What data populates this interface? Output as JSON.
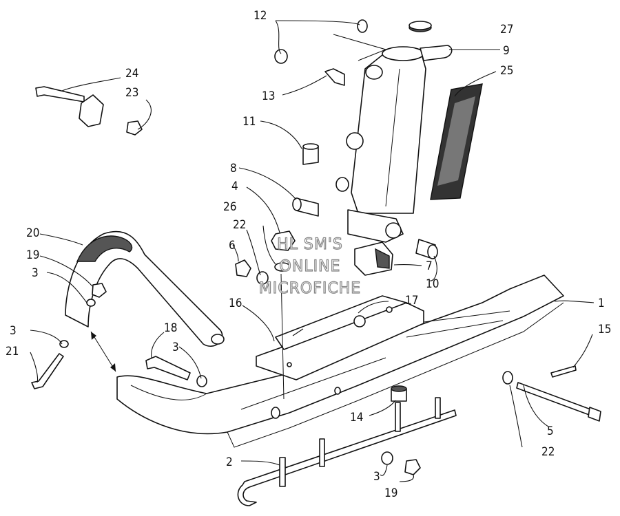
{
  "watermark": {
    "line1": "HL SM'S",
    "line2": "ONLINE",
    "line3": "MICROFICHE"
  },
  "callouts": [
    {
      "num": "1"
    },
    {
      "num": "2"
    },
    {
      "num": "3"
    },
    {
      "num": "3"
    },
    {
      "num": "3"
    },
    {
      "num": "3"
    },
    {
      "num": "4"
    },
    {
      "num": "5"
    },
    {
      "num": "6"
    },
    {
      "num": "7"
    },
    {
      "num": "8"
    },
    {
      "num": "9"
    },
    {
      "num": "10"
    },
    {
      "num": "11"
    },
    {
      "num": "12"
    },
    {
      "num": "13"
    },
    {
      "num": "14"
    },
    {
      "num": "15"
    },
    {
      "num": "16"
    },
    {
      "num": "17"
    },
    {
      "num": "18"
    },
    {
      "num": "19"
    },
    {
      "num": "19"
    },
    {
      "num": "20"
    },
    {
      "num": "21"
    },
    {
      "num": "22"
    },
    {
      "num": "22"
    },
    {
      "num": "23"
    },
    {
      "num": "24"
    },
    {
      "num": "25"
    },
    {
      "num": "26"
    },
    {
      "num": "27"
    }
  ],
  "colors": {
    "ink": "#111111",
    "paper": "#ffffff",
    "decal": "#333333"
  }
}
